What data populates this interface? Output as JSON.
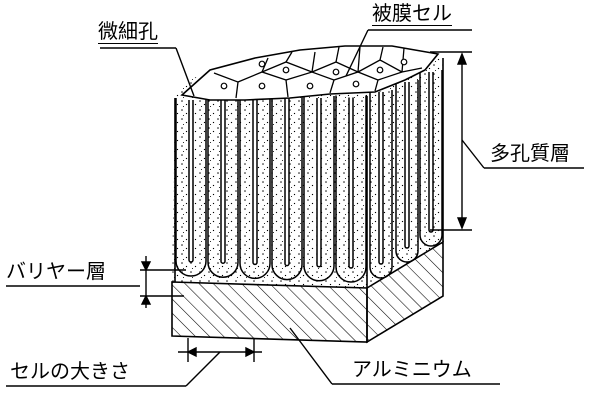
{
  "labels": {
    "micropore": "微細孔",
    "film_cell": "被膜セル",
    "porous_layer": "多孔質層",
    "barrier_layer": "バリヤー層",
    "cell_size": "セルの大きさ",
    "aluminum": "アルミニウム"
  },
  "colors": {
    "line": "#000000",
    "background": "#ffffff"
  }
}
